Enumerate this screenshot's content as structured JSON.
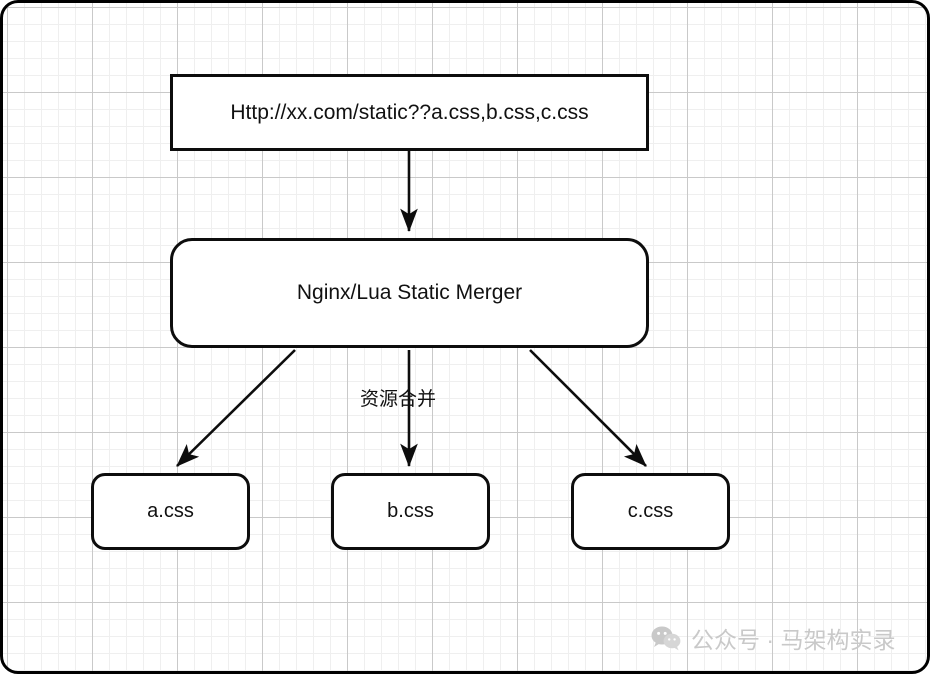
{
  "diagram": {
    "title": "Nginx/Lua static resource merging flow",
    "nodes": {
      "request": {
        "label": "Http://xx.com/static??a.css,b.css,c.css",
        "shape": "rectangle"
      },
      "merger": {
        "label": "Nginx/Lua Static Merger",
        "shape": "rounded-rectangle"
      },
      "a_css": {
        "label": "a.css",
        "shape": "rounded-rectangle"
      },
      "b_css": {
        "label": "b.css",
        "shape": "rounded-rectangle"
      },
      "c_css": {
        "label": "c.css",
        "shape": "rounded-rectangle"
      }
    },
    "edges": {
      "request_to_merger": {
        "label": ""
      },
      "merger_to_a": {
        "label": ""
      },
      "merger_to_b": {
        "label": "资源合并"
      },
      "merger_to_c": {
        "label": ""
      }
    },
    "colors": {
      "stroke": "#0d0d0d",
      "node_fill": "#ffffff",
      "text": "#111111",
      "grid_minor": "#efefef",
      "grid_major": "#c9c9c9",
      "watermark": "#c9c9c9"
    }
  },
  "watermark": {
    "icon": "wechat-icon",
    "text": "公众号 · 马架构实录"
  }
}
